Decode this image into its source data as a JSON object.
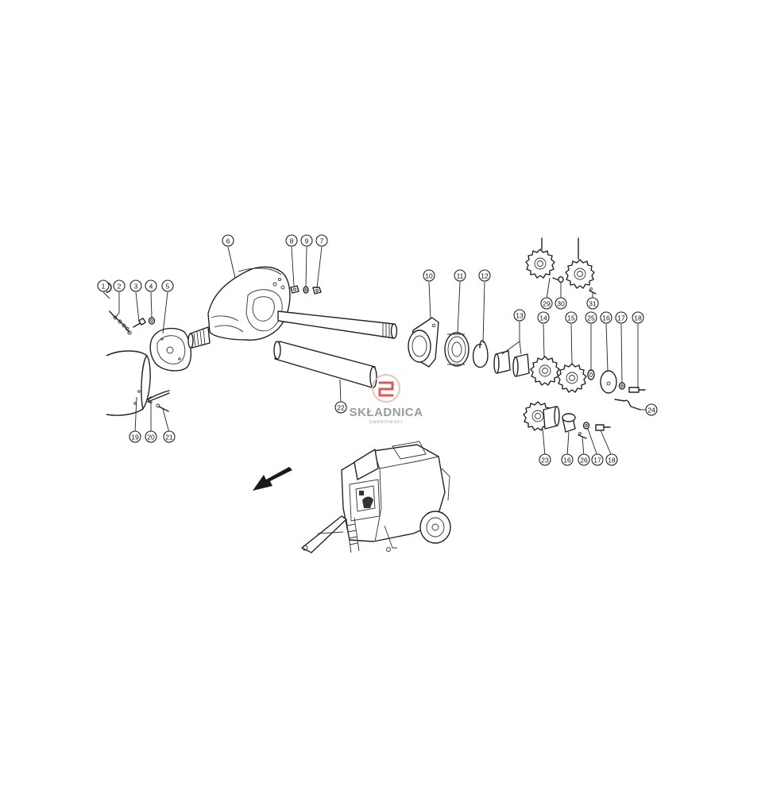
{
  "colors": {
    "line": "#222222",
    "highlight": "#c3d94e",
    "watermark_red": "#d43c3c",
    "watermark_text": "#8a8a8a"
  },
  "watermark": {
    "brand": "SKŁADNICA",
    "sub": "DĄBROWSKI"
  },
  "highlighted_part": "15",
  "callouts": [
    {
      "id": "c1",
      "label": "1"
    },
    {
      "id": "c2",
      "label": "2"
    },
    {
      "id": "c3",
      "label": "3"
    },
    {
      "id": "c4",
      "label": "4"
    },
    {
      "id": "c5",
      "label": "5"
    },
    {
      "id": "c6",
      "label": "6"
    },
    {
      "id": "c7",
      "label": "7"
    },
    {
      "id": "c8",
      "label": "8"
    },
    {
      "id": "c9",
      "label": "9"
    },
    {
      "id": "c10",
      "label": "10"
    },
    {
      "id": "c11",
      "label": "11"
    },
    {
      "id": "c12",
      "label": "12"
    },
    {
      "id": "c13",
      "label": "13"
    },
    {
      "id": "c14",
      "label": "14"
    },
    {
      "id": "c15",
      "label": "15"
    },
    {
      "id": "c16a",
      "label": "16"
    },
    {
      "id": "c16b",
      "label": "16"
    },
    {
      "id": "c17a",
      "label": "17"
    },
    {
      "id": "c17b",
      "label": "17"
    },
    {
      "id": "c18a",
      "label": "18"
    },
    {
      "id": "c18b",
      "label": "18"
    },
    {
      "id": "c19",
      "label": "19"
    },
    {
      "id": "c20",
      "label": "20"
    },
    {
      "id": "c21",
      "label": "21"
    },
    {
      "id": "c22",
      "label": "22"
    },
    {
      "id": "c23",
      "label": "23"
    },
    {
      "id": "c24",
      "label": "24"
    },
    {
      "id": "c25",
      "label": "25"
    },
    {
      "id": "c26",
      "label": "26"
    },
    {
      "id": "c29",
      "label": "29"
    },
    {
      "id": "c30",
      "label": "30"
    },
    {
      "id": "c31",
      "label": "31"
    }
  ]
}
